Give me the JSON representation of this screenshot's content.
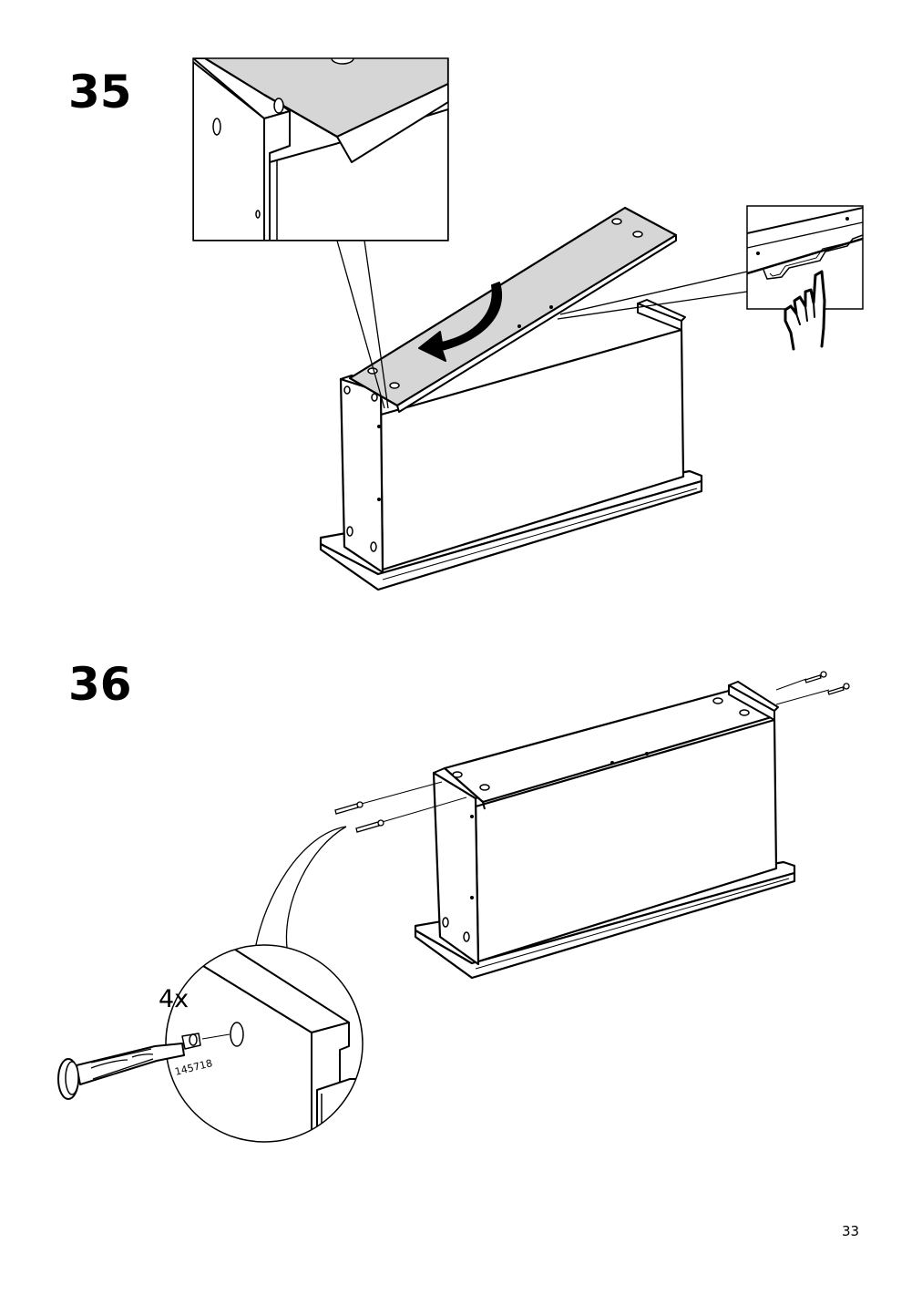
{
  "steps": [
    {
      "number": "35"
    },
    {
      "number": "36"
    }
  ],
  "fittings": {
    "quantity": "4x",
    "part_number": "145718"
  },
  "page_number": "33",
  "icons": [
    "rotate-arrow-icon",
    "finger-push-icon",
    "dowel-icon"
  ],
  "colors": {
    "line": "#000000",
    "panel_fill": "#d6d6d6",
    "background": "#ffffff"
  }
}
